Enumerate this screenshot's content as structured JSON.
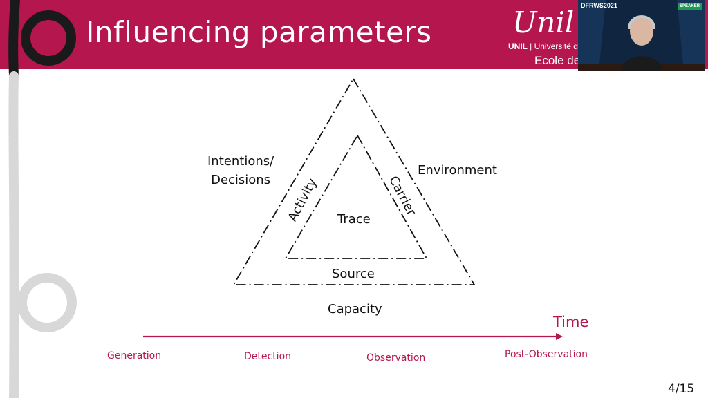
{
  "slide": {
    "title": "Influencing parameters",
    "page_number": "4/15"
  },
  "logo": {
    "script_text": "Unil",
    "university_abbr": "UNIL",
    "separator": "|",
    "university_name": "Université d",
    "school_text": "Ecole de"
  },
  "webcam": {
    "event_label": "DFRWS2021",
    "badge": "SPEAKER"
  },
  "diagram": {
    "outer_left": "Intentions/\nDecisions",
    "outer_right": "Environment",
    "outer_bottom": "Capacity",
    "inner_left": "Activity",
    "inner_right": "Carrier",
    "inner_bottom": "Source",
    "center": "Trace"
  },
  "timeline": {
    "axis_label": "Time",
    "stages": [
      "Generation",
      "Detection",
      "Observation",
      "Post-Observation"
    ]
  },
  "colors": {
    "accent": "#b5164e",
    "text": "#111111"
  }
}
